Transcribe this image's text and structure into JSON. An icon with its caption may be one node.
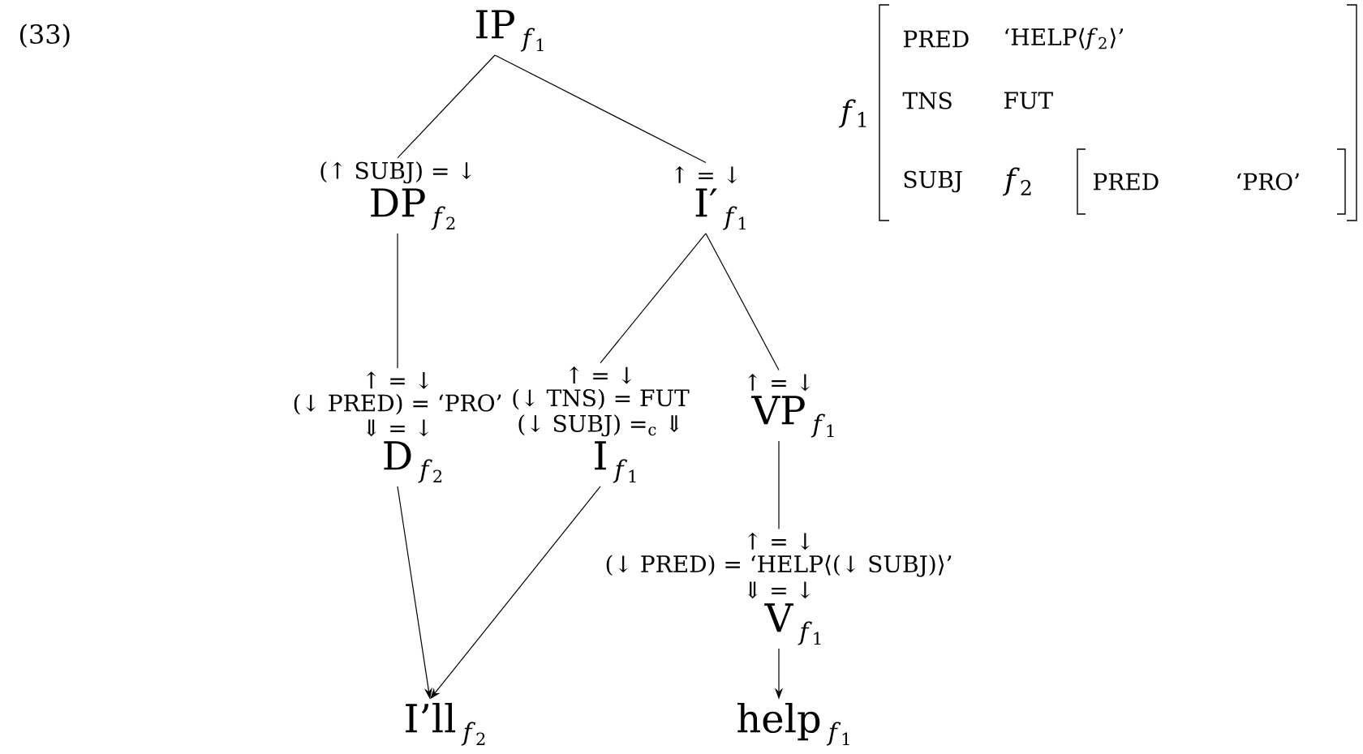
{
  "diagram": {
    "nodes": [
      {
        "text": [
          "IP"
        ],
        "beside": [
          "*f*$_{1}$"
        ]
      },
      {
        "text": [
          "(↑ SUBJ) = ↓",
          "DP"
        ],
        "beside": [
          "*f*$_{2}$"
        ]
      },
      {
        "text": [
          "↑ = ↓",
          "I′"
        ],
        "beside": [
          "*f*$_{1}$"
        ]
      },
      {
        "text": [
          "↑ = ↓",
          "(↓ PRED) = ‘PRO’",
          "⇓ = ↓",
          "D"
        ],
        "beside": [
          "*f*$_{2}$"
        ]
      },
      {
        "text": [
          "↑ = ↓",
          "(↓ TNS) = FUT",
          "(↓ SUBJ) =$_{c}$ ⇓",
          "I"
        ],
        "beside": [
          "*f*$_{1}$"
        ]
      },
      {
        "text": [
          "↑ = ↓",
          "VP"
        ],
        "beside": [
          "*f*$_{1}$"
        ]
      },
      {
        "text": [
          "↑ = ↓",
          "(↓ PRED) = ‘HELP⟨(↓ SUBJ)⟩’",
          "⇓ = ↓",
          "V"
        ],
        "beside": [
          "*f*$_{1}$"
        ]
      },
      {
        "text": [
          "I’ll"
        ],
        "beside": [
          "*f*$_{2}$"
        ]
      },
      {
        "text": [
          "help"
        ],
        "beside": [
          "*f*$_{1}$"
        ]
      }
    ],
    "edges": [
      {
        "from": 0,
        "to": 1,
        "arrow": "none"
      },
      {
        "from": 0,
        "to": 2,
        "arrow": "none"
      },
      {
        "from": 1,
        "to": 3,
        "arrow": "none"
      },
      {
        "from": 2,
        "to": 4,
        "arrow": "none"
      },
      {
        "from": 2,
        "to": 5,
        "arrow": "none"
      },
      {
        "from": 5,
        "to": 6,
        "arrow": "none"
      },
      {
        "from": 3,
        "to": 7,
        "arrow": "to"
      },
      {
        "from": 4,
        "to": 7,
        "arrow": "to"
      },
      {
        "from": 6,
        "to": 8,
        "arrow": "to"
      }
    ],
    "labels": [
      "(33)",
      "*f*$_{1}$",
      "PRED",
      "‘HELP⟨*f*$_{2}$⟩’",
      "TNS",
      "FUT",
      "SUBJ",
      "*f*$_{2}$",
      "PRED",
      "‘PRO’"
    ]
  }
}
